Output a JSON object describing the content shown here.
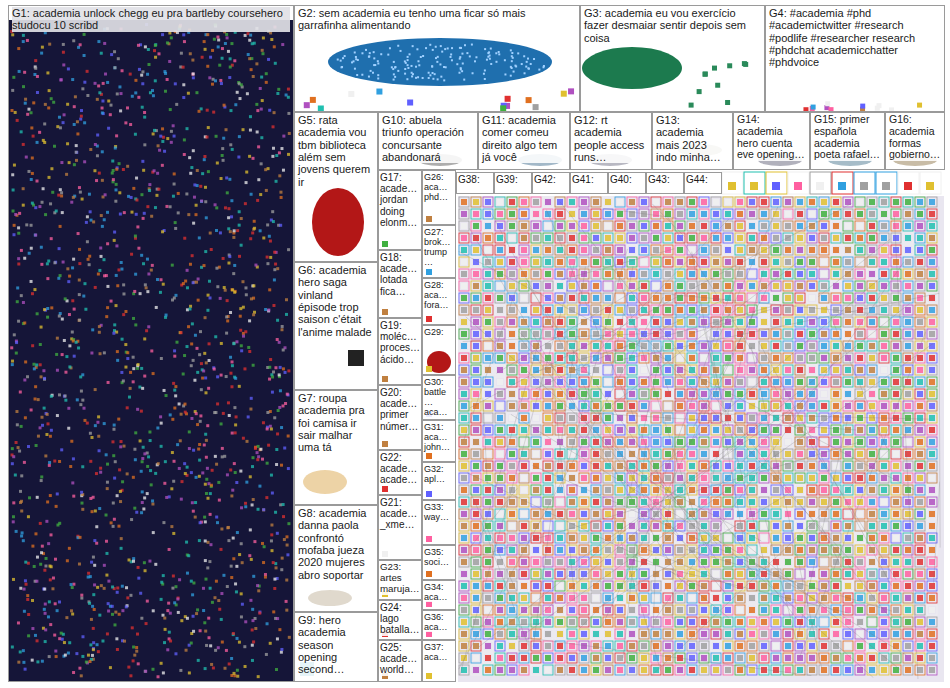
{
  "diagram": {
    "nodes": [
      {
        "text": [
          "G1: academia unlock chegg eu pra bartleby coursehero studocu 10 scribd"
        ]
      },
      {
        "text": [
          "G2: sem academia eu tenho uma ficar só mais garrafinha alimentando"
        ]
      },
      {
        "text": [
          "G3: academia eu vou exercício fazer desmaiar sentir depois sem coisa"
        ]
      },
      {
        "text": [
          "G4: #academia #phd #academictwitter #research #podlife #researcher research #phdchat academicchatter #phdvoice"
        ]
      },
      {
        "text": [
          "G5: rata academia vou tbm biblioteca além sem jovens querem ir"
        ]
      },
      {
        "text": [
          "G10: abuela triunfo operación concursante abandonará"
        ]
      },
      {
        "text": [
          "G11: academia comer comeu direito algo tem já você"
        ]
      },
      {
        "text": [
          "G12: rt academia people access runs…"
        ]
      },
      {
        "text": [
          "G13: academia mais 2023 indo minha…"
        ]
      },
      {
        "text": [
          "G14: academia hero cuenta eve opening…"
        ]
      },
      {
        "text": [
          "G15: primer española academia poeta rafael…"
        ]
      },
      {
        "text": [
          "G16: academia formas gobierno…"
        ]
      },
      {
        "text": [
          "G6: academia hero saga vinland épisode trop saison c'était l'anime malade"
        ]
      },
      {
        "text": [
          "G7: roupa academia pra foi camisa ir sair malhar uma tá"
        ]
      },
      {
        "text": [
          "G8: academia danna paola confrontó mofaba jueza 2020 mujeres abro soportar"
        ]
      },
      {
        "text": [
          "G9: hero academia season opening second…"
        ]
      },
      {
        "text": [
          "G17: acade… jordan doing elonm…"
        ]
      },
      {
        "text": [
          "G18: acade… lotada fica…"
        ]
      },
      {
        "text": [
          "G19: moléc… proces… ácido…"
        ]
      },
      {
        "text": [
          "G20: acade… primer númer…"
        ]
      },
      {
        "text": [
          "G22: acade… acade…"
        ]
      },
      {
        "text": [
          "G21: acade… _xme…"
        ]
      },
      {
        "text": [
          "G23: artes maruja…"
        ]
      },
      {
        "text": [
          "G24: lago batalla…"
        ]
      },
      {
        "text": [
          "G25: acade… world…"
        ]
      },
      {
        "text": [
          "G26: aca… phd…"
        ]
      },
      {
        "text": [
          "G27: brok… trump…"
        ]
      },
      {
        "text": [
          "G28: aca… fora…"
        ]
      },
      {
        "text": [
          "G29:"
        ]
      },
      {
        "text": [
          "G30: battle… aca…"
        ]
      },
      {
        "text": [
          "G31: aca… john…"
        ]
      },
      {
        "text": [
          "G32: apl…"
        ]
      },
      {
        "text": [
          "G33: way…"
        ]
      },
      {
        "text": [
          "G35: soci…"
        ]
      },
      {
        "text": [
          "G34: aca…"
        ]
      },
      {
        "text": [
          "G36: aca…"
        ]
      },
      {
        "text": [
          "G37: aca…"
        ]
      },
      {
        "text": [
          "G38:"
        ]
      },
      {
        "text": [
          "G39:"
        ]
      },
      {
        "text": [
          "G42:"
        ]
      },
      {
        "text": [
          "G41:"
        ]
      },
      {
        "text": [
          "G40:"
        ]
      },
      {
        "text": [
          "G43:"
        ]
      },
      {
        "text": [
          "G44:"
        ]
      }
    ]
  }
}
